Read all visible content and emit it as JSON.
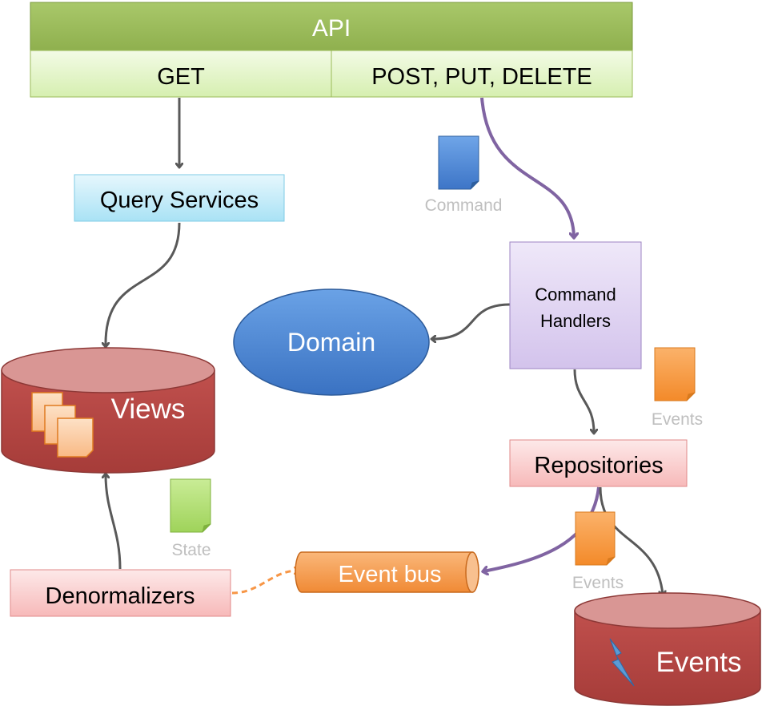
{
  "api": {
    "title": "API",
    "get": "GET",
    "post": "POST, PUT, DELETE"
  },
  "query_services": "Query Services",
  "command_label": "Command",
  "command_handlers": {
    "line1": "Command",
    "line2": "Handlers"
  },
  "domain": "Domain",
  "views": "Views",
  "events_doc_label_1": "Events",
  "repositories": "Repositories",
  "state_label": "State",
  "events_doc_label_2": "Events",
  "event_bus": "Event bus",
  "denormalizers": "Denormalizers",
  "events_store": "Events",
  "colors": {
    "api_header": "#9bbb59",
    "api_cells": "#e3f4c5",
    "query_services": "#c5ecf8",
    "command_handlers": "#e1d5f1",
    "domain": "#4a86d4",
    "cylinder": "#c0504d",
    "pink_box": "#fbd3d3",
    "event_bus": "#f79646",
    "purple_arrow": "#8064a2",
    "gray_arrow": "#595959",
    "caption": "#bfbfbf"
  }
}
